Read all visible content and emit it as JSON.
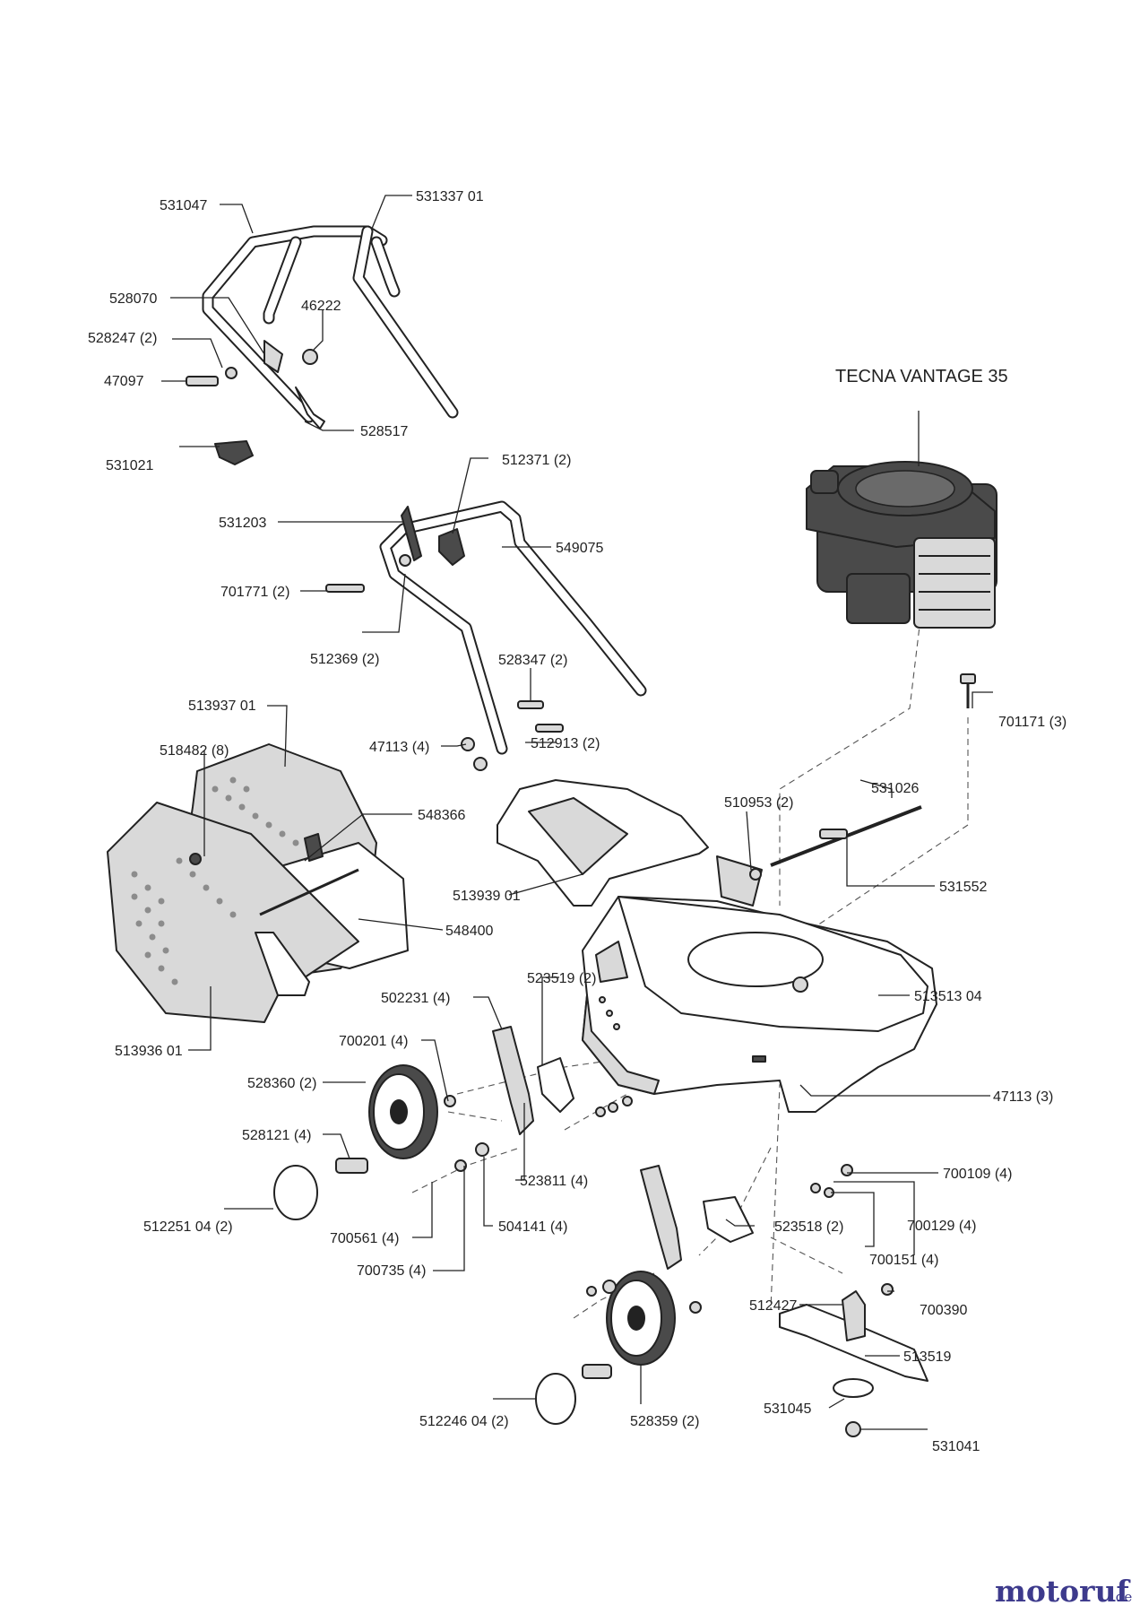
{
  "engine_title": "TECNA VANTAGE 35",
  "logo": {
    "brand": "motoruf",
    "tld": ".de"
  },
  "colors": {
    "ink": "#222222",
    "brand": "#3d3a8c"
  },
  "labels": {
    "p531047": "531047",
    "p53133701": "531337 01",
    "p528070": "528070",
    "p46222": "46222",
    "p528247": "528247 (2)",
    "p47097": "47097",
    "p528517": "528517",
    "p531021": "531021",
    "p512371": "512371 (2)",
    "p531203": "531203",
    "p549075": "549075",
    "p701771": "701771 (2)",
    "p512369": "512369 (2)",
    "p528347": "528347 (2)",
    "p51393701": "513937 01",
    "p518482": "518482 (8)",
    "p47113_4": "47113 (4)",
    "p512913": "512913 (2)",
    "p701171": "701171 (3)",
    "p548366": "548366",
    "p531026": "531026",
    "p510953": "510953 (2)",
    "p531552": "531552",
    "p51393901": "513939 01",
    "p548400": "548400",
    "p523519": "523519 (2)",
    "p502231": "502231 (4)",
    "p51351304": "513513 04",
    "p51393601": "513936 01",
    "p700201": "700201 (4)",
    "p528360": "528360 (2)",
    "p47113_3": "47113 (3)",
    "p528121": "528121 (4)",
    "p523811": "523811 (4)",
    "p700109": "700109 (4)",
    "p51225104": "512251 04 (2)",
    "p700561": "700561 (4)",
    "p504141": "504141 (4)",
    "p523518": "523518 (2)",
    "p700129": "700129 (4)",
    "p700151": "700151 (4)",
    "p700735": "700735 (4)",
    "p512427": "512427",
    "p700390": "700390",
    "p513519": "513519",
    "p531045": "531045",
    "p51224604": "512246 04 (2)",
    "p528359": "528359 (2)",
    "p531041": "531041"
  }
}
